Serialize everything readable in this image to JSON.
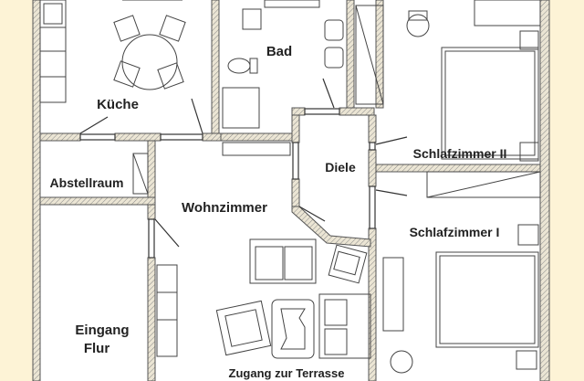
{
  "plan": {
    "rooms": {
      "kueche": "Küche",
      "bad": "Bad",
      "abstellraum": "Abstellraum",
      "diele": "Diele",
      "wohnzimmer": "Wohnzimmer",
      "schlafzimmer_2": "Schlafzimmer II",
      "schlafzimmer_1": "Schlafzimmer I",
      "eingang_line1": "Eingang",
      "eingang_line2": "Flur"
    },
    "terrace_access": "Zugang zur Terrasse"
  },
  "colors": {
    "background": "#fdf3d6",
    "floor": "#ffffff",
    "wall_line": "#555555",
    "wall_fill": "#e6e0cf",
    "text": "#222222"
  }
}
